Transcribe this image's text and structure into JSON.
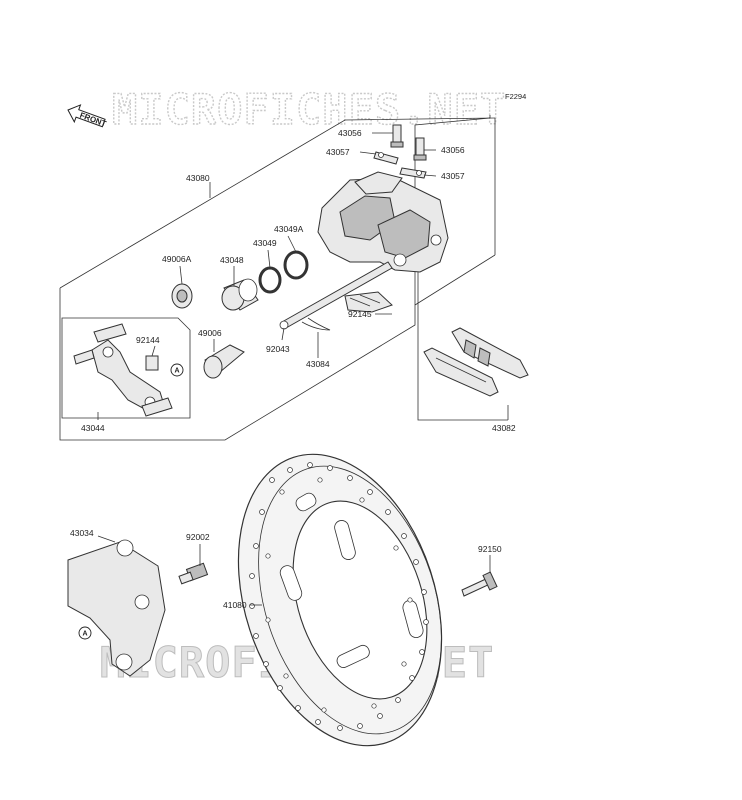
{
  "figure_code": "F2294",
  "watermark": "MICROFICHES.NET",
  "front_label": "FRONT",
  "reference_mark": "A",
  "parts": {
    "p43056a": "43056",
    "p43057a": "43057",
    "p43056b": "43056",
    "p43057b": "43057",
    "p43080": "43080",
    "p43049a": "43049A",
    "p43049": "43049",
    "p43048": "43048",
    "p49006a": "49006A",
    "p92144": "92144",
    "p49006": "49006",
    "p92145": "92145",
    "p92043": "92043",
    "p43084": "43084",
    "p43082": "43082",
    "p43044": "43044",
    "p43034": "43034",
    "p92002": "92002",
    "p41080": "41080",
    "p92150": "92150"
  },
  "colors": {
    "line": "#333333",
    "part_fill": "#e9e9e9",
    "watermark": "#c9c9c9"
  }
}
